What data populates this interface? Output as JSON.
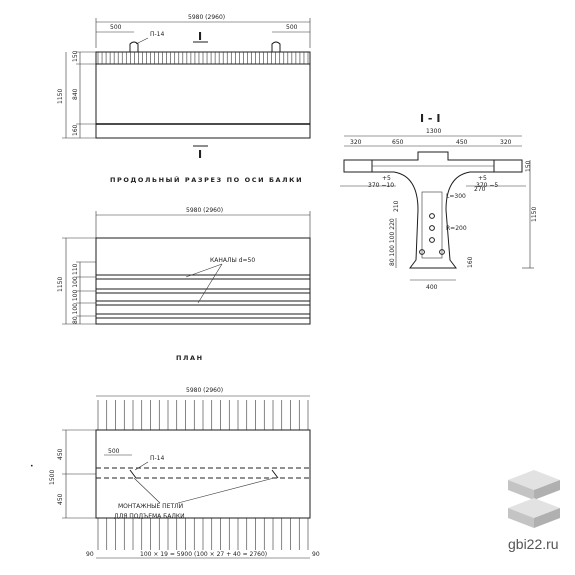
{
  "views": {
    "elevation": {
      "length": "5980 (2960)",
      "offset_left": "500",
      "offset_right": "500",
      "loop": "П-14",
      "height_total": "1150",
      "dim_top": "150",
      "dim_mid": "840",
      "dim_bot": "160",
      "section_mark_top": "I",
      "section_mark_bottom": "I"
    },
    "longitudinal_section": {
      "title": "ПРОДОЛЬНЫЙ РАЗРЕЗ ПО ОСИ БАЛКИ",
      "length": "5980 (2960)",
      "channels": "КАНАЛЫ d=50",
      "height_total": "1150",
      "dim_top": "110",
      "dim_rows": "80 100 100 100"
    },
    "plan": {
      "title": "ПЛАН",
      "length": "5980 (2960)",
      "offset": "500",
      "loop": "П-14",
      "width_total": "1500",
      "half_top": "450",
      "half_bottom": "450",
      "note_line1": "МОНТАЖНЫЕ ПЕТЛИ",
      "note_line2": "ДЛЯ ПОДЪЕМА БАЛКИ",
      "bottom_dim": "100 × 19 = 5900 (100 × 27 + 40 = 2760)",
      "end_left": "90",
      "end_right": "90"
    },
    "cross_section": {
      "label": "I - I",
      "width": "1300",
      "flange_left": "320",
      "half_left": "650",
      "half_right": "450",
      "flange_right": "320",
      "flange_h": "150",
      "height_total": "1150",
      "tol_left_a": "+5",
      "tol_left_b": "370 −10",
      "tol_right_a": "+5",
      "tol_right_b": "370 −5",
      "web_w": "L=300",
      "web_w2": "270",
      "radius": "R=200",
      "dim_210": "210",
      "rows_left": "80 100 100 220",
      "base_w": "400",
      "web_side": "160"
    }
  },
  "watermark": {
    "site": "gbi22.ru",
    "icon": "stacked-slabs-icon"
  }
}
